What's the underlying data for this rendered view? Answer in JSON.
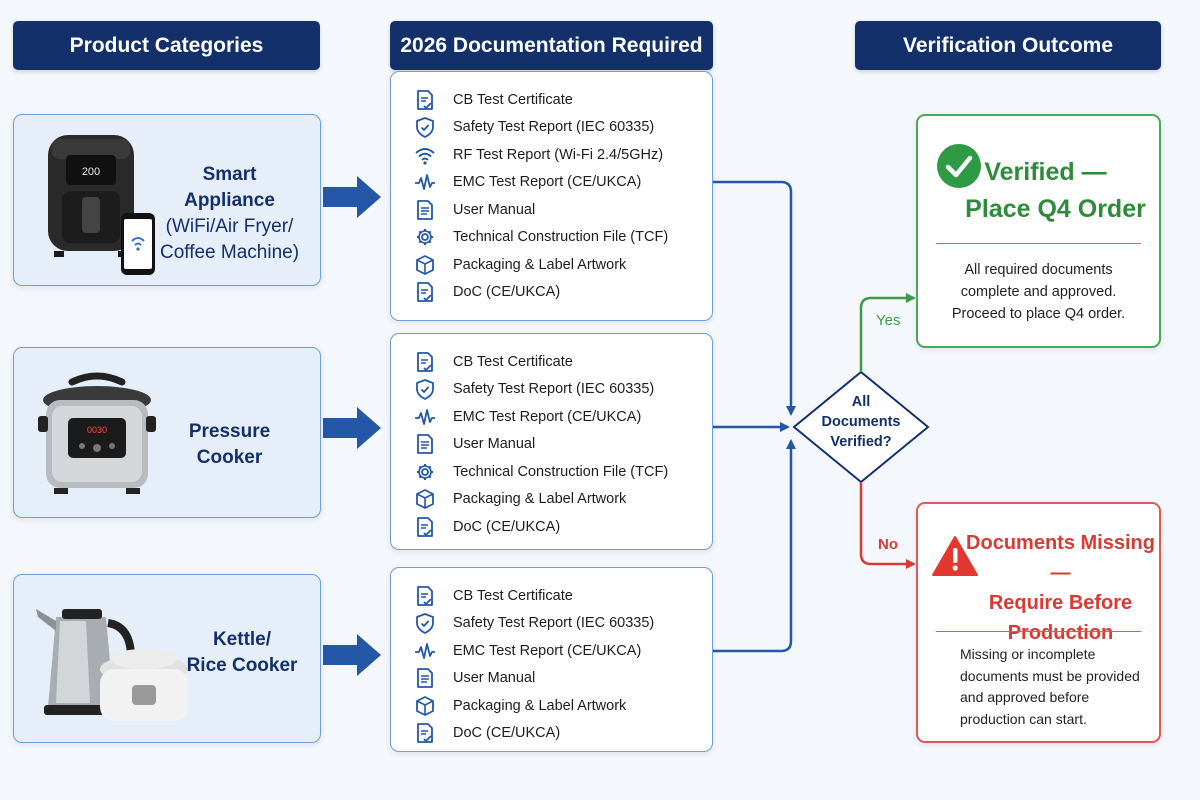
{
  "headers": {
    "product_categories": "Product Categories",
    "documentation": "2026 Documentation Required",
    "outcome": "Verification Outcome"
  },
  "products": [
    {
      "name": "Smart Appliance",
      "detail_lines": [
        "(WiFi/Air Fryer/",
        "Coffee Machine)"
      ],
      "image": "air-fryer-with-smartphone"
    },
    {
      "name": "Pressure Cooker",
      "detail_lines": [],
      "image": "pressure-cooker"
    },
    {
      "name_lines": [
        "Kettle/",
        "Rice Cooker"
      ],
      "image": "kettle-and-rice-cooker"
    }
  ],
  "air_fryer_display": "200",
  "pressure_cooker_display": "0030",
  "doc_groups": [
    {
      "items": [
        {
          "icon": "document-check-icon",
          "label": "CB Test Certificate"
        },
        {
          "icon": "shield-check-icon",
          "label": "Safety Test Report (IEC 60335)"
        },
        {
          "icon": "wifi-icon",
          "label": "RF Test Report (Wi-Fi 2.4/5GHz)"
        },
        {
          "icon": "waveform-icon",
          "label": "EMC Test Report (CE/UKCA)"
        },
        {
          "icon": "document-icon",
          "label": "User Manual"
        },
        {
          "icon": "gear-icon",
          "label": "Technical Construction File (TCF)"
        },
        {
          "icon": "box-icon",
          "label": "Packaging & Label Artwork"
        },
        {
          "icon": "document-check-icon",
          "label": "DoC (CE/UKCA)"
        }
      ]
    },
    {
      "items": [
        {
          "icon": "document-check-icon",
          "label": "CB Test Certificate"
        },
        {
          "icon": "shield-check-icon",
          "label": "Safety Test Report (IEC 60335)"
        },
        {
          "icon": "waveform-icon",
          "label": "EMC Test Report (CE/UKCA)"
        },
        {
          "icon": "document-icon",
          "label": "User Manual"
        },
        {
          "icon": "gear-icon",
          "label": "Technical Construction File (TCF)"
        },
        {
          "icon": "box-icon",
          "label": "Packaging & Label Artwork"
        },
        {
          "icon": "document-check-icon",
          "label": "DoC (CE/UKCA)"
        }
      ]
    },
    {
      "items": [
        {
          "icon": "document-check-icon",
          "label": "CB Test Certificate"
        },
        {
          "icon": "shield-check-icon",
          "label": "Safety Test Report (IEC 60335)"
        },
        {
          "icon": "waveform-icon",
          "label": "EMC Test Report (CE/UKCA)"
        },
        {
          "icon": "document-icon",
          "label": "User Manual"
        },
        {
          "icon": "box-icon",
          "label": "Packaging & Label Artwork"
        },
        {
          "icon": "document-check-icon",
          "label": "DoC (CE/UKCA)"
        }
      ]
    }
  ],
  "decision": {
    "lines": [
      "All",
      "Documents",
      "Verified?"
    ],
    "yes_label": "Yes",
    "no_label": "No"
  },
  "verified": {
    "title_lines": [
      "Verified —",
      "Place Q4 Order"
    ],
    "body_lines": [
      "All required documents",
      "complete and approved.",
      "Proceed to place Q4 order."
    ]
  },
  "missing": {
    "title_lines": [
      "Documents Missing —",
      "Require Before",
      "Production"
    ],
    "body_lines": [
      "Missing or incomplete",
      "documents must be provided",
      "and approved before",
      "production can start."
    ]
  },
  "colors": {
    "navy": "#13306b",
    "arrow_blue": "#2457a8",
    "card_border": "#6f9fd8",
    "green": "#2e8b3a",
    "red": "#d93a34"
  }
}
